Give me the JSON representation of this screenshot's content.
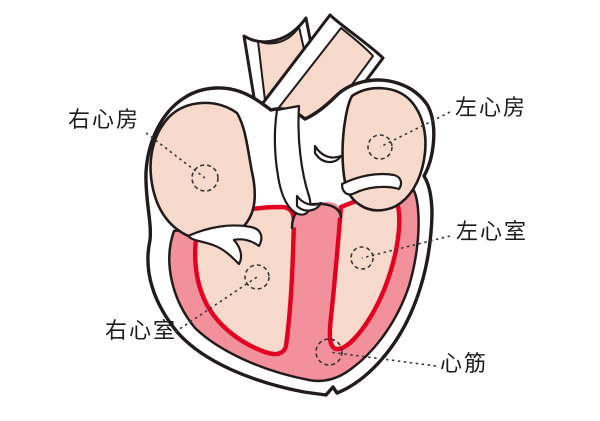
{
  "figure": {
    "type": "anatomical-diagram",
    "subject": "heart cross-section (cutaway view)",
    "background_color": "#ffffff",
    "colors": {
      "outline_black": "#221b1b",
      "chamber_fill_light_pink": "#f7dacc",
      "muscle_fill_rose": "#f2909b",
      "muscle_inner_line_red": "#e30021",
      "annotation_line": "#3a3a3a",
      "label_text": "#1c1c1c"
    },
    "labels": {
      "right_atrium": "右心房",
      "left_atrium": "左心房",
      "left_ventricle": "左心室",
      "right_ventricle": "右心室",
      "myocardium": "心筋"
    }
  }
}
